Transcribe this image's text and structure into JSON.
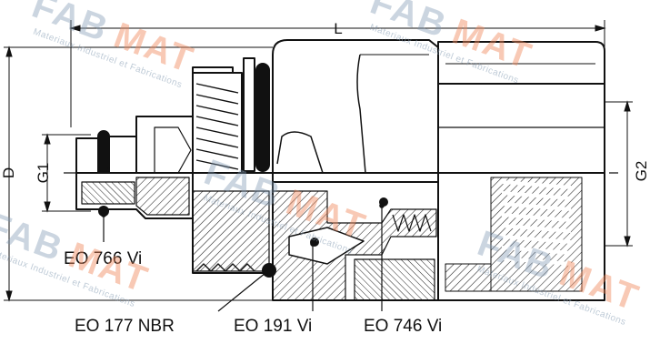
{
  "dimensions": {
    "length": "L",
    "outer_diameter": "D",
    "thread_left": "G1",
    "thread_right": "G2"
  },
  "callouts": {
    "seal_front": "EO 766 Vi",
    "seal_thread": "EO 177 NBR",
    "seal_middle": "EO 191 Vi",
    "seal_valve": "EO 746 Vi"
  },
  "watermark": {
    "logo_part1": "FAB",
    "logo_part2": "MAT",
    "tagline": "Materiaux Industriel et Fabrications"
  },
  "colors": {
    "line": "#111111",
    "hatch": "#222222",
    "watermark_blue": "#7f98b2",
    "watermark_orange": "#f08a5d"
  }
}
